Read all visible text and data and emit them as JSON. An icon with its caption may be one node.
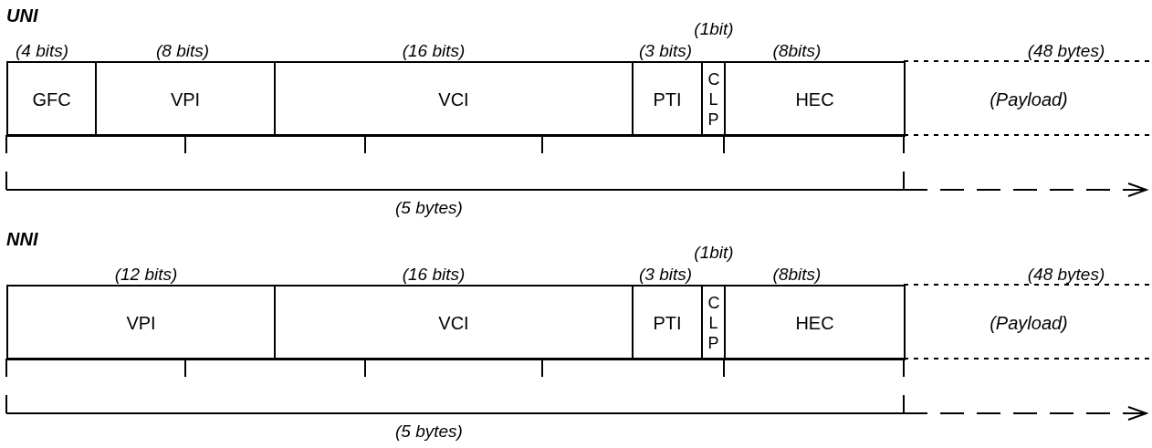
{
  "diagram": {
    "nodes": [
      {
        "text": [
          "GFC"
        ],
        "beside": [
          "(4 bits)"
        ]
      },
      {
        "text": [
          "VPI"
        ],
        "beside": [
          "(8 bits)"
        ]
      },
      {
        "text": [
          "VCI"
        ],
        "beside": [
          "(16 bits)"
        ]
      },
      {
        "text": [
          "PTI"
        ],
        "beside": [
          "(3 bits)"
        ]
      },
      {
        "text": [
          "CLP"
        ],
        "beside": [
          "(1bit)"
        ]
      },
      {
        "text": [
          "HEC"
        ],
        "beside": [
          "(8bits)"
        ]
      },
      {
        "text": [
          "(Payload)"
        ],
        "beside": [
          "(48 bytes)"
        ]
      },
      {
        "text": [
          "VPI"
        ],
        "beside": [
          "(12 bits)"
        ]
      },
      {
        "text": [
          "VCI"
        ],
        "beside": [
          "(16 bits)"
        ]
      },
      {
        "text": [
          "PTI"
        ],
        "beside": [
          "(3 bits)"
        ]
      },
      {
        "text": [
          "CLP"
        ],
        "beside": [
          "(1bit)"
        ]
      },
      {
        "text": [
          "HEC"
        ],
        "beside": [
          "(8bits)"
        ]
      },
      {
        "text": [
          "(Payload)"
        ],
        "beside": [
          "(48 bytes)"
        ]
      }
    ],
    "labels": [
      "UNI",
      "(5 bytes)",
      "NNI",
      "(5 bytes)"
    ]
  }
}
